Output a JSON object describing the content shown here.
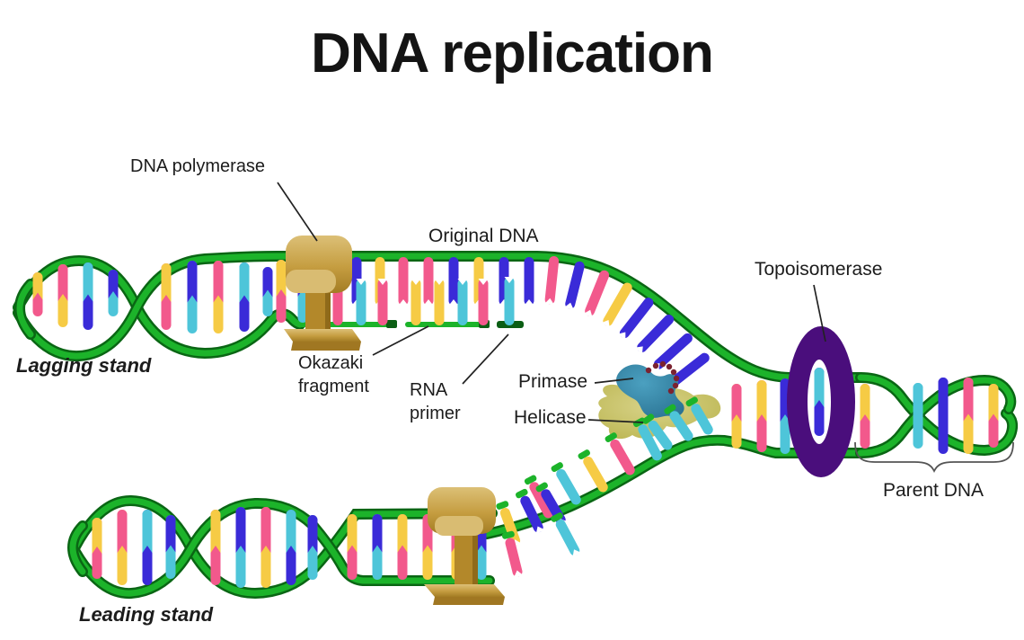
{
  "title": "DNA replication",
  "labels": {
    "dna_polymerase": "DNA polymerase",
    "original_dna": "Original DNA",
    "topoisomerase": "Topoisomerase",
    "lagging_strand": "Lagging stand",
    "okazaki_fragment": "Okazaki fragment",
    "rna_primer": "RNA primer",
    "primase": "Primase",
    "helicase": "Helicase",
    "parent_dna": "Parent DNA",
    "leading_strand": "Leading stand"
  },
  "palette": {
    "green_bright": "#1CB32A",
    "green_dark": "#0A6614",
    "green_cap": "#0B5E14",
    "pink": "#F2598C",
    "yellow": "#F6CB45",
    "cyan": "#4EC5D9",
    "blue": "#3A2BD8",
    "gold": "#C59D40",
    "gold_light": "#DCC077",
    "gold_dark": "#9A7520",
    "purple": "#4A0E7C",
    "primase_teal": "#2E7FA0",
    "helicase_olive": "#C6C05B",
    "dot_maroon": "#7B2230",
    "text": "#1C1C1C",
    "pointer": "#222222"
  },
  "diagram": {
    "top_left_helix_rungs": [
      [
        "yellow",
        "pink"
      ],
      [
        "pink",
        "yellow"
      ],
      [
        "cyan",
        "blue"
      ],
      [
        "blue",
        "cyan"
      ],
      [
        "yellow",
        "pink"
      ],
      [
        "blue",
        "cyan"
      ],
      [
        "pink",
        "yellow"
      ],
      [
        "cyan",
        "blue"
      ],
      [
        "blue",
        "cyan"
      ]
    ],
    "top_ladder_rungs": [
      [
        "yellow",
        "pink"
      ],
      [
        "blue",
        "cyan"
      ],
      [
        "yellow",
        "pink"
      ]
    ],
    "top_hanging": [
      "blue",
      "yellow",
      "pink",
      "pink",
      "blue",
      "yellow",
      "blue",
      "blue"
    ],
    "curve_hanging": [
      "pink",
      "blue",
      "pink",
      "yellow",
      "blue",
      "blue",
      "blue",
      "blue"
    ],
    "okazaki_fragment1_bases": [
      "cyan",
      "pink",
      "cyan",
      "pink"
    ],
    "okazaki_fragment2_bases": [
      "yellow",
      "yellow",
      "cyan",
      "pink"
    ],
    "rna_primer_base": "cyan",
    "double_region_rungs": [
      [
        "pink",
        "yellow"
      ],
      [
        "yellow",
        "pink"
      ],
      [
        "blue",
        "cyan"
      ],
      [
        "yellow",
        "pink"
      ]
    ],
    "topoisomerase_hole_rung": [
      "cyan",
      "blue"
    ],
    "right_helix_rungs": [
      [
        "cyan",
        "cyan"
      ],
      [
        "blue",
        "blue"
      ],
      [
        "pink",
        "yellow"
      ],
      [
        "yellow",
        "pink"
      ]
    ],
    "bottom_left_helix_rungs": [
      [
        "yellow",
        "pink"
      ],
      [
        "pink",
        "yellow"
      ],
      [
        "cyan",
        "blue"
      ],
      [
        "blue",
        "cyan"
      ],
      [
        "yellow",
        "pink"
      ],
      [
        "blue",
        "cyan"
      ],
      [
        "pink",
        "yellow"
      ],
      [
        "cyan",
        "blue"
      ],
      [
        "blue",
        "cyan"
      ]
    ],
    "bottom_ladder_rungs": [
      [
        "yellow",
        "pink"
      ],
      [
        "blue",
        "cyan"
      ],
      [
        "yellow",
        "pink"
      ],
      [
        "pink",
        "yellow"
      ],
      [
        "pink",
        "yellow"
      ],
      [
        "blue",
        "cyan"
      ]
    ],
    "diagonal_template_bases": [
      "pink",
      "cyan",
      "yellow",
      "pink",
      "cyan"
    ],
    "fork_rising_bases": [
      "cyan",
      "cyan",
      "cyan"
    ],
    "floating_nucleotides": [
      "yellow",
      "blue",
      "blue",
      "cyan",
      "pink"
    ]
  }
}
